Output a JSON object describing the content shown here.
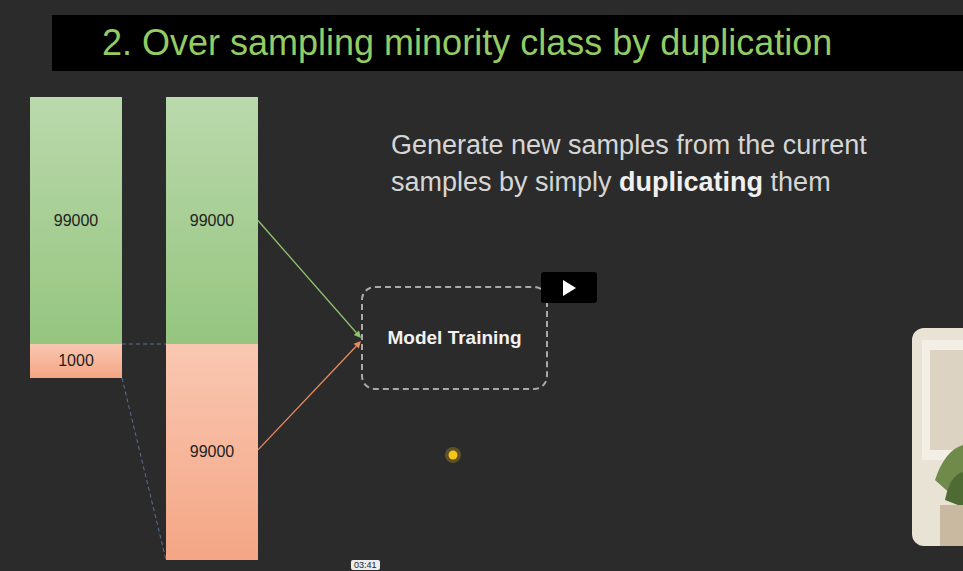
{
  "diagram": {
    "title": "2. Over sampling minority class by duplication",
    "nodes": [
      {
        "text": [
          "99000"
        ]
      },
      {
        "text": [
          "1000"
        ]
      },
      {
        "text": [
          "99000"
        ]
      },
      {
        "text": [
          "99000"
        ]
      },
      {
        "text": [
          "Model Training"
        ]
      }
    ],
    "edges": [
      {
        "from": 2,
        "to": 4,
        "arrow": "to"
      },
      {
        "from": 3,
        "to": 4,
        "arrow": "to"
      },
      {
        "from": 1,
        "to": 3,
        "arrow": "none"
      },
      {
        "from": 1,
        "to": 3,
        "arrow": "none"
      }
    ],
    "labels": [
      "Generate new samples from the current samples by simply",
      "duplicating",
      "them",
      "03:41"
    ]
  }
}
